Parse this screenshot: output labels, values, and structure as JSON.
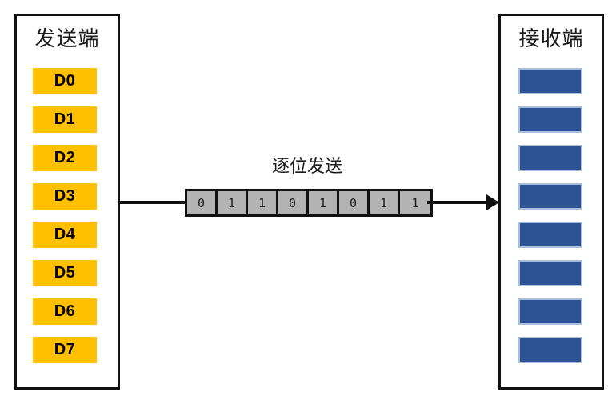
{
  "diagram": {
    "title_sender": "发送端",
    "title_receiver": "接收端",
    "transfer_label": "逐位发送",
    "sender": {
      "cells": [
        {
          "label": "D0"
        },
        {
          "label": "D1"
        },
        {
          "label": "D2"
        },
        {
          "label": "D3"
        },
        {
          "label": "D4"
        },
        {
          "label": "D5"
        },
        {
          "label": "D6"
        },
        {
          "label": "D7"
        }
      ]
    },
    "receiver": {
      "slots": [
        {
          "label": ""
        },
        {
          "label": ""
        },
        {
          "label": ""
        },
        {
          "label": ""
        },
        {
          "label": ""
        },
        {
          "label": ""
        },
        {
          "label": ""
        },
        {
          "label": ""
        }
      ]
    },
    "bit_stream": {
      "bits": [
        "0",
        "1",
        "1",
        "0",
        "1",
        "0",
        "1",
        "1"
      ],
      "count": 8
    },
    "colors": {
      "sender_cell_fill": "#FFC000",
      "receiver_slot_fill": "#2E5395",
      "receiver_slot_border": "#A9BCDB",
      "bit_cell_fill": "#B3B3B3",
      "outline": "#111111",
      "background": "#FFFFFF"
    }
  }
}
